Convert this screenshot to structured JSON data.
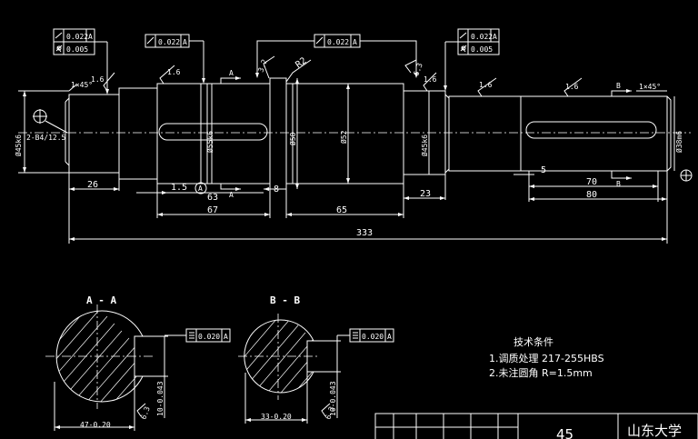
{
  "dimensions": {
    "d26": "26",
    "d1_5": "1.5",
    "d63": "63",
    "d8": "8",
    "d67": "67",
    "d65": "65",
    "d23": "23",
    "d5": "5",
    "d70": "70",
    "d80": "80",
    "d333": "333",
    "dia45_left": "Ø45k6",
    "dia55": "Ø55k6",
    "dia58": "Ø58",
    "dia52": "Ø52",
    "dia45_right": "Ø45k6",
    "dia38": "Ø38m6",
    "center_hole": "2-B4/12.5",
    "chamfer_left": "1×45°",
    "chamfer_right": "1×45°",
    "radius": "R2",
    "dim_47": "47-0.20",
    "dim_10a": "10-0.043",
    "dim_33": "33-0.20",
    "dim_10b": "10-0.043"
  },
  "roughness": {
    "r1": "1.6",
    "r2": "1.6",
    "r3": "3.2",
    "r4": "6.3",
    "r5": "1.6",
    "r6": "1.6",
    "r7": "1.6",
    "r8": "6.3",
    "r9": "6.3"
  },
  "tolerances": {
    "left_top_value": "0.022",
    "left_top_datum": "A",
    "left_bottom_value": "0.005",
    "mid_left_value": "0.022",
    "mid_left_datum": "A",
    "mid_center_value": "0.022",
    "mid_center_datum": "A",
    "right_top_value": "0.022",
    "right_top_datum": "A",
    "right_bottom_value": "0.005",
    "sec_a_value": "0.020",
    "sec_a_datum": "A",
    "sec_b_value": "0.020",
    "sec_b_datum": "A"
  },
  "section_markers": {
    "a_top": "A",
    "a_bottom": "A",
    "b_top": "B",
    "b_bottom": "B",
    "datum_circle": "A"
  },
  "sections": {
    "a_title": "A - A",
    "b_title": "B - B"
  },
  "tech": {
    "title": "技术条件",
    "line1": "1.调质处理  217-255HBS",
    "line2": "2.未注圆角  R=1.5mm"
  },
  "title_block": {
    "scale": "45",
    "school": "山东大学"
  }
}
